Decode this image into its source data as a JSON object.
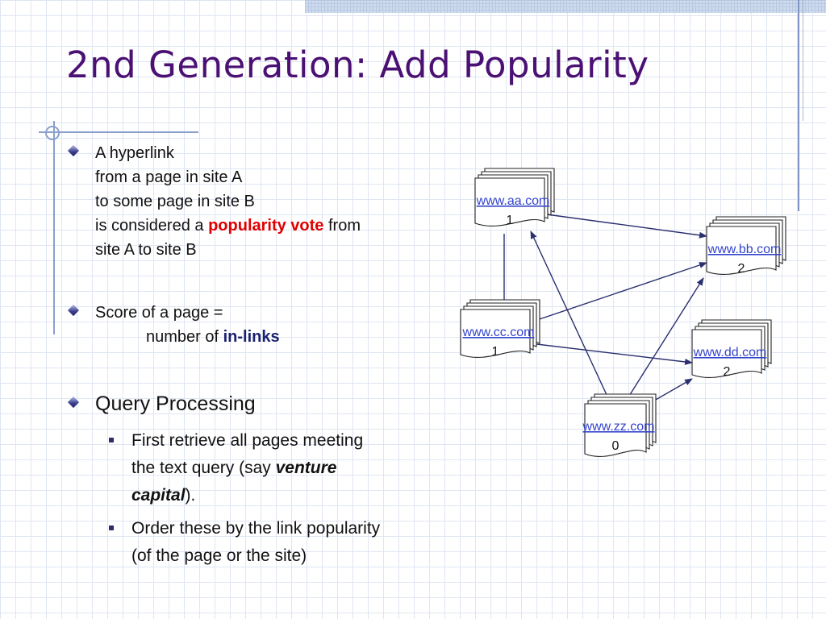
{
  "title": "2nd Generation: Add Popularity",
  "bullets": {
    "b1": {
      "line1": "A hyperlink",
      "line2": "from a page in site A",
      "line3": "to some page in site B",
      "line4_pre": "is considered a ",
      "line4_em": "popularity vote",
      "line4_post": " from",
      "line5": "site A to site B"
    },
    "b2": {
      "line1": "Score of a page =",
      "line2_pre": "number of ",
      "line2_em": "in-links"
    },
    "b3": {
      "label": "Query Processing",
      "sub1": {
        "line1": "First retrieve all pages meeting",
        "line2_pre": "the text query (say ",
        "line2_em": "venture",
        "line3_em": "capital",
        "line3_post": ")."
      },
      "sub2": {
        "line1": "Order these by the link popularity",
        "line2": "(of the page or the site)"
      }
    }
  },
  "graph": {
    "nodes": {
      "aa": {
        "url": "www.aa.com",
        "score": "1"
      },
      "bb": {
        "url": "www.bb.com",
        "score": "2"
      },
      "cc": {
        "url": "www.cc.com",
        "score": "1"
      },
      "dd": {
        "url": "www.dd.com",
        "score": "2"
      },
      "zz": {
        "url": "www.zz.com",
        "score": "0"
      }
    },
    "edges": [
      [
        "aa",
        "bb"
      ],
      [
        "aa",
        "cc"
      ],
      [
        "cc",
        "bb"
      ],
      [
        "cc",
        "dd"
      ],
      [
        "zz",
        "aa"
      ],
      [
        "zz",
        "bb"
      ],
      [
        "zz",
        "dd"
      ]
    ]
  },
  "colors": {
    "title": "#4b1073",
    "link": "#3344cc",
    "popularity_vote": "#e00000",
    "in_links": "#1c2270",
    "arrow": "#2a2f6e"
  }
}
